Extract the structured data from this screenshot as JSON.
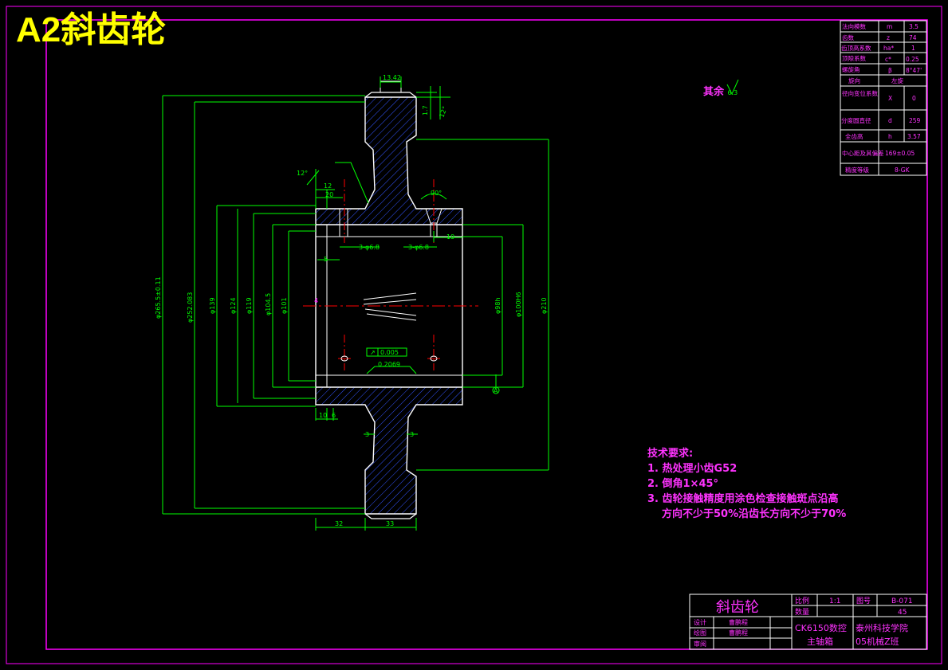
{
  "heading": "A2斜齿轮",
  "roughness_note": {
    "label": "其余",
    "value": "6.3"
  },
  "params_table": [
    {
      "name": "法向模数",
      "symbol": "m",
      "value": "3.5"
    },
    {
      "name": "齿数",
      "symbol": "z",
      "value": "74"
    },
    {
      "name": "齿顶高系数",
      "symbol": "ha*",
      "value": "1"
    },
    {
      "name": "顶隙系数",
      "symbol": "c*",
      "value": "0.25"
    },
    {
      "name": "螺旋角",
      "symbol": "β",
      "value": "8°47'"
    },
    {
      "name": "旋向",
      "symbol": "",
      "value": "左旋"
    },
    {
      "name": "径向变位系数",
      "symbol": "X",
      "value": "0"
    },
    {
      "name": "分度圆直径",
      "symbol": "d",
      "value": "259"
    },
    {
      "name": "全齿高",
      "symbol": "h",
      "value": "3.57"
    },
    {
      "name": "中心距及其偏差",
      "symbol": "",
      "value": "169±0.05"
    },
    {
      "name": "精度等级",
      "symbol": "",
      "value": "8-GK"
    }
  ],
  "tech_requirements": {
    "title": "技术要求:",
    "items": [
      "1. 热处理小齿G52",
      "2. 倒角1×45°",
      "3. 齿轮接触精度用涂色检查接触斑点沿高",
      "方向不少于50%沿齿长方向不少于70%"
    ]
  },
  "dimensions": {
    "top_width": "13.42",
    "small_1": "1.7",
    "small_2": "12°",
    "chamfer_angle": "12°",
    "dim_12": "12",
    "dim_20": "20",
    "angle_90": "90°",
    "dim_19": "19",
    "hole_left": "3-φ6.8",
    "hole_right": "3-φ6.8",
    "dim_5": "5",
    "d_outer": "φ265.5±0.11",
    "d_root": "φ252.083",
    "d_139": "φ139",
    "d_124": "φ124",
    "d_119": "φ119",
    "d_104": "φ104.5",
    "d_101": "φ101",
    "d_98": "φ98h",
    "d_100": "φ100H6",
    "d_210": "φ210",
    "tol_frame_sym": "↗",
    "tol_frame_val": "0.005",
    "surface": "0.2069",
    "datum": "A",
    "dim_10": "10",
    "dim_6": "6",
    "dim_3a": "3",
    "dim_3b": "3",
    "width_left": "32",
    "width_right": "33",
    "centre_mark": "4"
  },
  "title_block": {
    "part_name": "斜齿轮",
    "scale_label": "比例",
    "scale_value": "1:1",
    "drawing_no_label": "图号",
    "drawing_no": "B-071",
    "qty_label": "数量",
    "material": "45",
    "designer_label": "设计",
    "designer": "曹鹏程",
    "drafter_label": "绘图",
    "drafter": "曹鹏程",
    "reviewer_label": "审阅",
    "reviewer": "",
    "assembly_1": "CK6150数控",
    "assembly_2": "主轴箱",
    "school_1": "泰州科技学院",
    "school_2": "05机械Z班"
  },
  "colors": {
    "background": "#000000",
    "frame": "#ff00ff",
    "outline": "#ffffff",
    "dimension": "#00ff00",
    "hatch": "#3355ff",
    "centerline": "#ff0000",
    "heading": "#ffff00",
    "text": "#ff33ff"
  }
}
